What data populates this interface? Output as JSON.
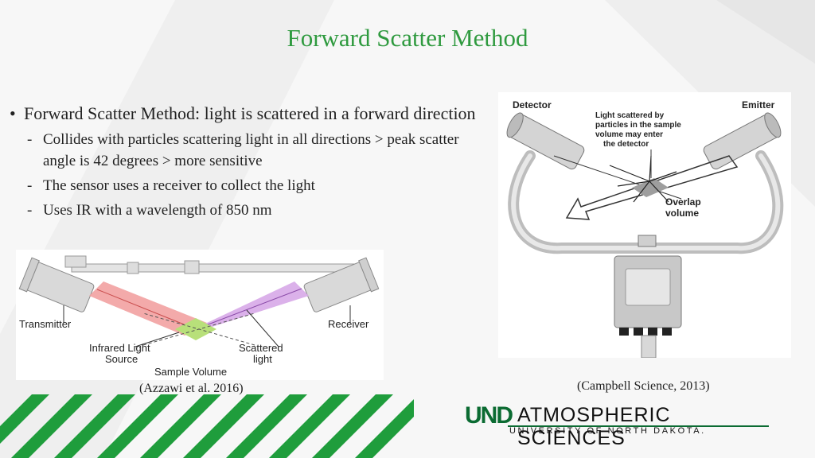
{
  "slide": {
    "title": "Forward Scatter Method",
    "bullet": "Forward Scatter Method: light is scattered in a forward direction",
    "subbullets": [
      "Collides with particles scattering light in all directions > peak scatter angle is 42 degrees > more sensitive",
      "The sensor uses a receiver to collect the light",
      "Uses IR with a wavelength of 850 nm"
    ]
  },
  "figure_left": {
    "labels": {
      "transmitter": "Transmitter",
      "receiver": "Receiver",
      "ir_line1": "Infrared Light",
      "ir_line2": "Source",
      "scattered_line1": "Scattered",
      "scattered_line2": "light",
      "sample_volume": "Sample Volume"
    },
    "caption": "(Azzawi et al. 2016)"
  },
  "figure_right": {
    "labels": {
      "detector": "Detector",
      "emitter": "Emitter",
      "scatter_1": "Light scattered by",
      "scatter_2": "particles in the sample",
      "scatter_3": "volume may enter",
      "scatter_4": "the detector",
      "overlap_1": "Overlap",
      "overlap_2": "volume"
    },
    "caption": "(Campbell Science, 2013)"
  },
  "logo": {
    "mark": "UND",
    "name": "ATMOSPHERIC SCIENCES",
    "university": "UNIVERSITY OF NORTH DAKOTA."
  },
  "colors": {
    "title_green": "#2f9a3f",
    "stripe_green": "#1f9d3c",
    "logo_green": "#0b6b32"
  }
}
